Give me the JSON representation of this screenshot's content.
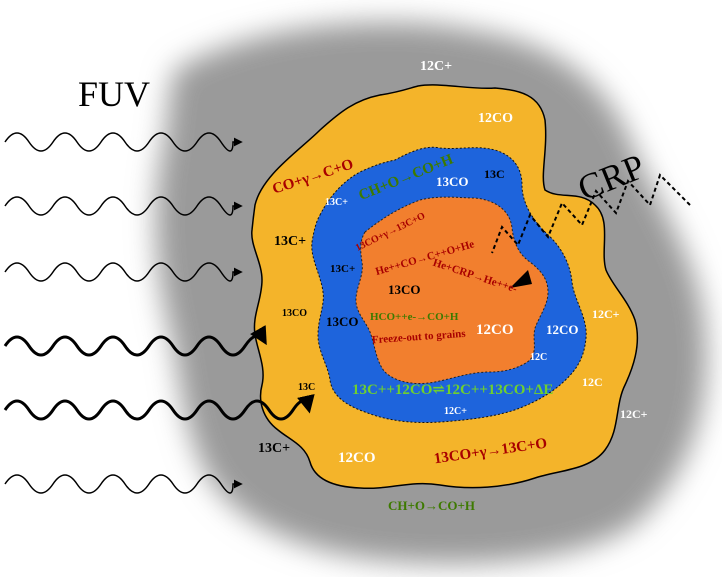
{
  "labels": {
    "fuv": "FUV",
    "crp": "CRP",
    "c12_plus_top": "12C+",
    "co12_top": "12CO",
    "reaction_co_gamma": "CO+γ→C+O",
    "reaction_ch_o_top": "CH+O→CO+H",
    "c13_plus_small_yellow": "13C+",
    "c13_plus_yellow_left": "13C+",
    "co13_yellow_left": "13CO",
    "c13_yellow_left": "13C",
    "c13_plus_bottom_left": "13C+",
    "co12_bottom": "12CO",
    "reaction_co13_gamma": "13CO+γ→13C+O",
    "c12_plus_right_yellow": "12C+",
    "c12_plus_right_grey": "12C+",
    "c12_right_yellow": "12C",
    "reaction_ch_o_bottom": "CH+O→CO+H",
    "co13_blue_top": "13CO",
    "c13_blue_top": "13C",
    "reaction_13co_gamma_blue": "13CO+γ→13C+O",
    "c13_plus_blue_left": "13C+",
    "co13_blue_left": "13CO",
    "co12_blue_right": "12CO",
    "c12_blue_right": "12C",
    "c12_plus_blue_bottom": "12C+",
    "exchange_reaction": "13C++12CO⇌12C++13CO+ΔE",
    "reaction_he_co": "He++CO→C++O+He",
    "reaction_he_crp": "He+CRP→He++e-",
    "co13_orange": "13CO",
    "reaction_hco": "HCO++e-→CO+H",
    "co12_orange": "12CO",
    "freeze_out": "Freeze-out to grains"
  },
  "colors": {
    "halo": "#9a9a9a",
    "outer_layer": "#f4b42a",
    "middle_layer": "#1e64dc",
    "core": "#f27f2e",
    "reaction_red": "#a80000",
    "reaction_green": "#3d7a00",
    "exchange_green": "#6fd02e",
    "label_white": "#ffffff",
    "label_black": "#000000"
  }
}
